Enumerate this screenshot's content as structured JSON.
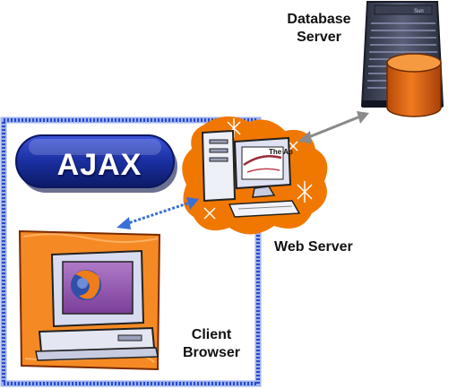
{
  "diagram": {
    "badge": {
      "text": "AJAX"
    },
    "nodes": {
      "database_server": {
        "line1": "Database",
        "line2": "Server"
      },
      "web_server": {
        "label": "Web Server",
        "screen_text": "The Ap"
      },
      "client_browser": {
        "line1": "Client",
        "line2": "Browser"
      }
    },
    "server_logo_text": "Sun",
    "colors": {
      "boundary": "#3a5bd8",
      "badge": "#1a2fa0",
      "splash": "#f07800",
      "cylinder": "#e8650f",
      "arrow_db_web": "#8a8a8a",
      "arrow_client_web": "#3a6fd8"
    },
    "icons": {
      "database_server": "server-rack-icon",
      "database": "database-cylinder-icon",
      "web_server": "desktop-computer-icon",
      "client": "client-computer-icon",
      "browser": "firefox-logo-icon"
    }
  }
}
